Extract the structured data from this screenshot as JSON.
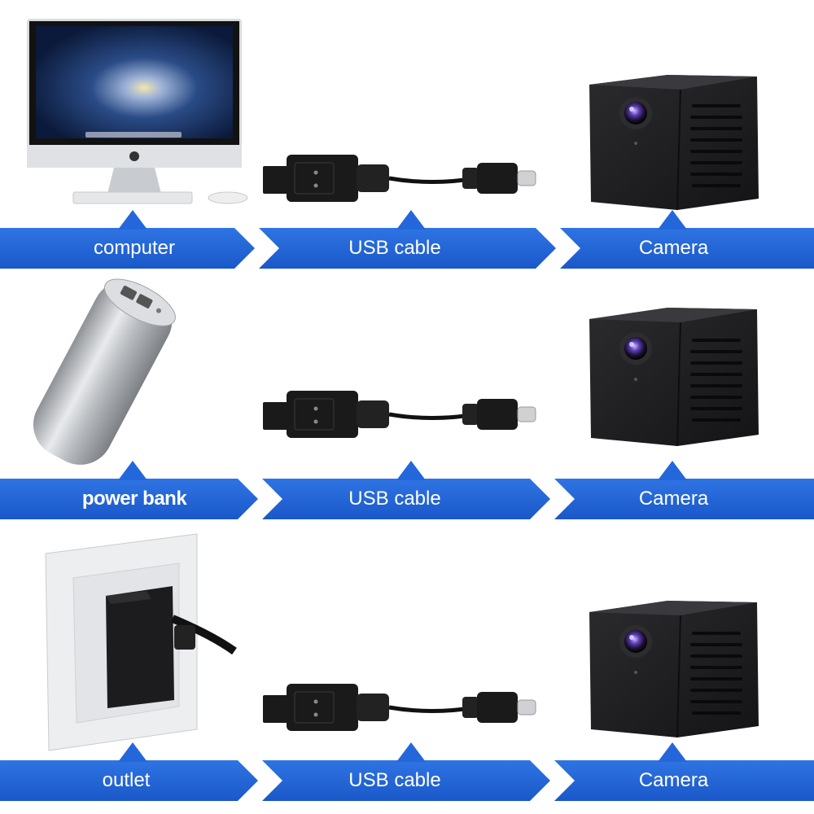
{
  "rows": [
    {
      "source": "computer",
      "source_icon": "computer-monitor-icon",
      "cable": "USB cable",
      "target": "Camera"
    },
    {
      "source": "power bank",
      "source_icon": "power-bank-icon",
      "cable": "USB cable",
      "target": "Camera"
    },
    {
      "source": "outlet",
      "source_icon": "wall-outlet-charger-icon",
      "cable": "USB cable",
      "target": "Camera"
    }
  ],
  "colors": {
    "banner_blue": "#1f63d6",
    "banner_blue_light": "#2f74e4",
    "device_black": "#1c1c1e"
  }
}
